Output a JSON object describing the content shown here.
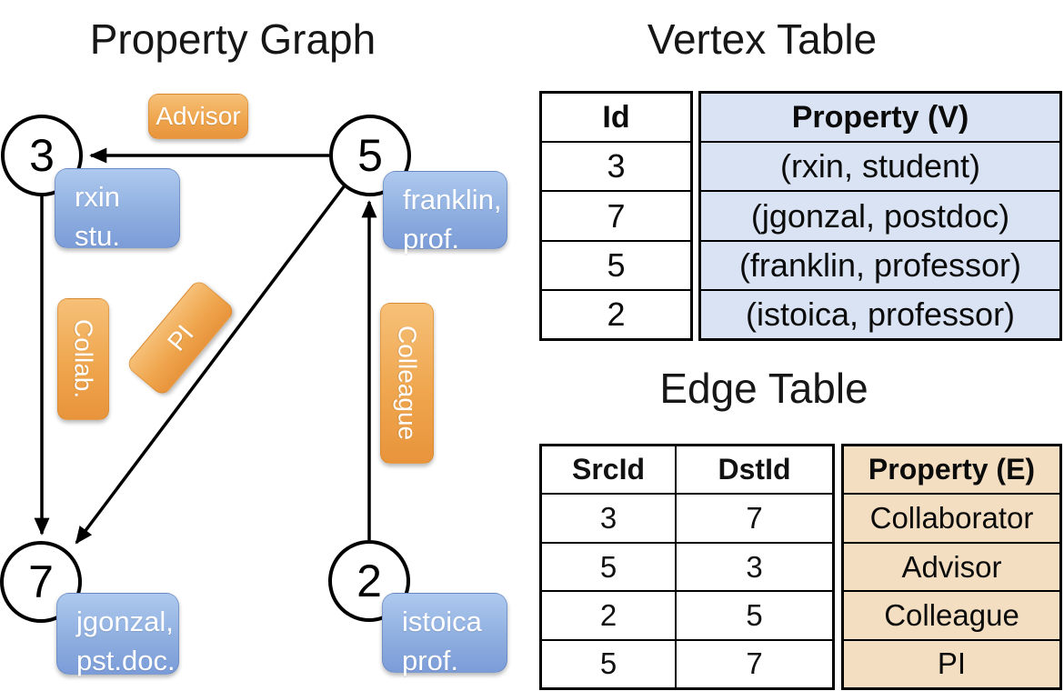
{
  "titles": {
    "property_graph": "Property Graph",
    "vertex_table": "Vertex Table",
    "edge_table": "Edge Table"
  },
  "graph": {
    "vertices": [
      {
        "id": "3",
        "property_line1": "rxin",
        "property_line2": "stu."
      },
      {
        "id": "5",
        "property_line1": "franklin,",
        "property_line2": "prof."
      },
      {
        "id": "7",
        "property_line1": "jgonzal,",
        "property_line2": "pst.doc."
      },
      {
        "id": "2",
        "property_line1": "istoica",
        "property_line2": "prof."
      }
    ],
    "edge_labels": {
      "advisor": "Advisor",
      "collab": "Collab.",
      "pi": "PI",
      "colleague": "Colleague"
    }
  },
  "vertex_table": {
    "header": {
      "id": "Id",
      "property": "Property (V)"
    },
    "rows": [
      {
        "id": "3",
        "property": "(rxin, student)"
      },
      {
        "id": "7",
        "property": "(jgonzal, postdoc)"
      },
      {
        "id": "5",
        "property": "(franklin, professor)"
      },
      {
        "id": "2",
        "property": "(istoica, professor)"
      }
    ]
  },
  "edge_table": {
    "header": {
      "src": "SrcId",
      "dst": "DstId",
      "property": "Property (E)"
    },
    "rows": [
      {
        "src": "3",
        "dst": "7",
        "property": "Collaborator"
      },
      {
        "src": "5",
        "dst": "3",
        "property": "Advisor"
      },
      {
        "src": "2",
        "dst": "5",
        "property": "Colleague"
      },
      {
        "src": "5",
        "dst": "7",
        "property": "PI"
      }
    ]
  },
  "colors": {
    "edge_label_orange": "#efa64e",
    "vertex_box_blue": "#8fafe0",
    "vertex_cell_bg": "#d9e3f3",
    "edge_cell_bg": "#f4dec2",
    "line_black": "#000000",
    "background": "#ffffff"
  }
}
